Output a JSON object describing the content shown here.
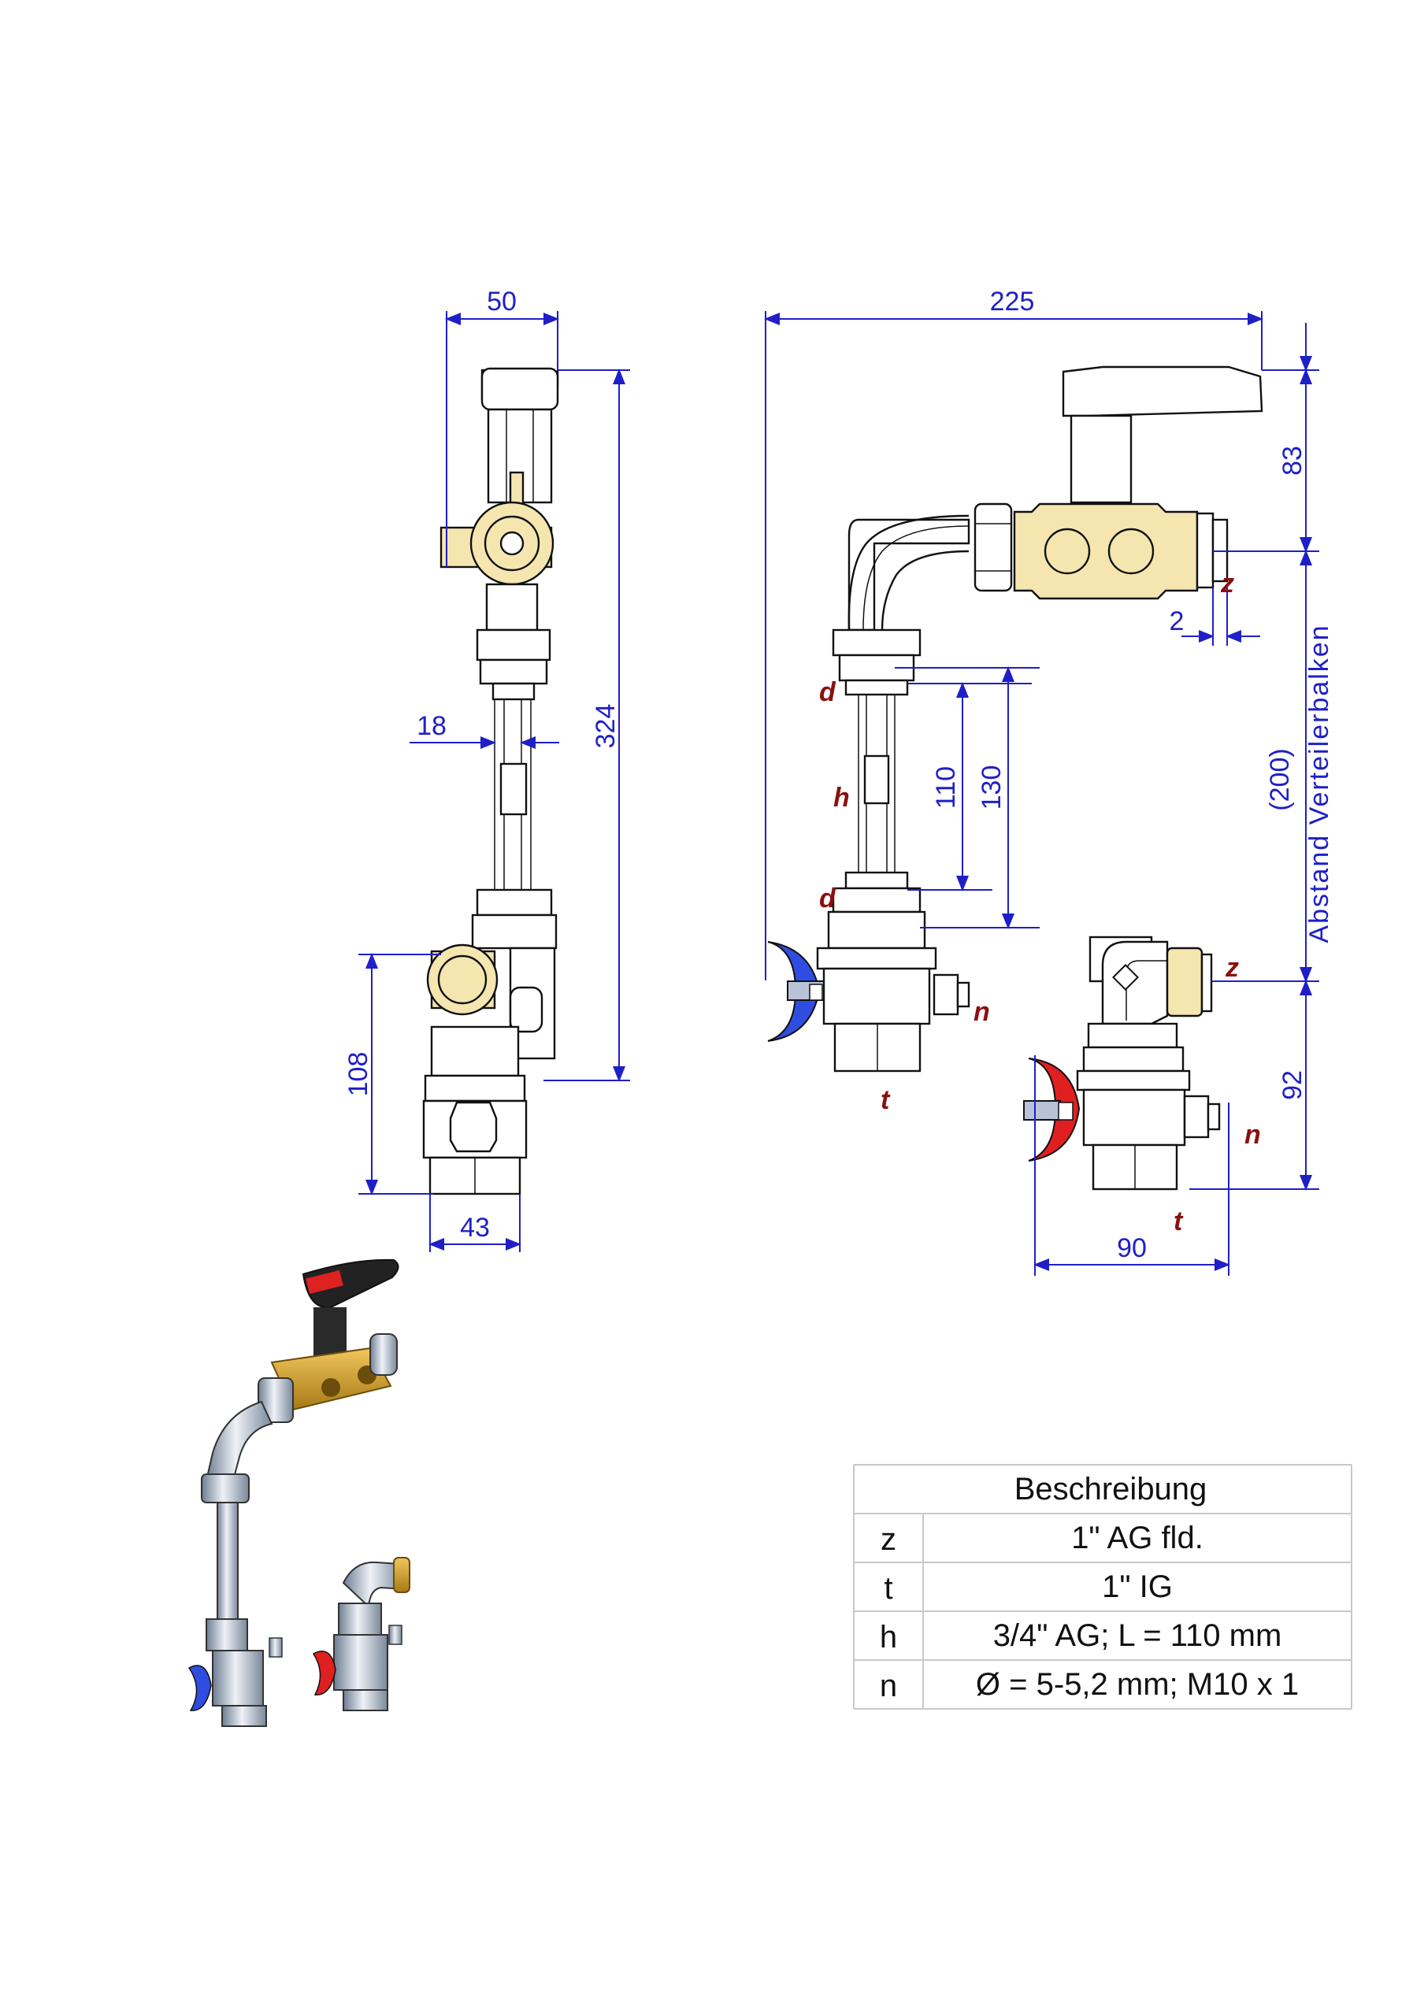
{
  "side_view": {
    "dims": {
      "width_top": "50",
      "pipe_offset": "18",
      "height_total": "324",
      "height_bottom": "108",
      "width_bottom": "43"
    }
  },
  "front_view": {
    "dims": {
      "width_total": "225",
      "handle_height": "83",
      "offset_small": "2",
      "pipe_length": "110",
      "pipe_span": "130",
      "distance_value": "(200)",
      "distance_label": "Abstand Verteilerbalken",
      "return_height": "92",
      "return_width": "90"
    },
    "labels": {
      "d": "d",
      "h": "h",
      "z": "z",
      "n": "n",
      "t": "t"
    }
  },
  "table": {
    "header": "Beschreibung",
    "rows": [
      {
        "key": "z",
        "value": "1\" AG fld."
      },
      {
        "key": "t",
        "value": "1\" IG"
      },
      {
        "key": "h",
        "value": "3/4\" AG; L = 110 mm"
      },
      {
        "key": "n",
        "value": "Ø = 5-5,2 mm; M10 x 1"
      }
    ]
  },
  "colors": {
    "dimension": "#1f1fc8",
    "label": "#8a1010",
    "brass": "#f5e6b0",
    "handle_red": "#e02020",
    "handle_blue": "#2f4de0"
  }
}
